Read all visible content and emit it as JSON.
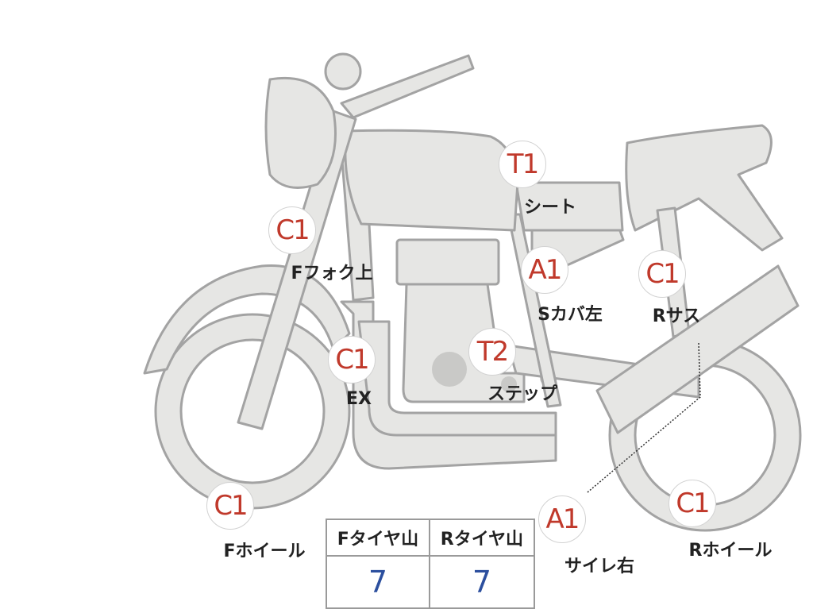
{
  "markers": [
    {
      "code": "T1",
      "label": "シート"
    },
    {
      "code": "C1",
      "label": "Fフォク上"
    },
    {
      "code": "A1",
      "label": "Sカバ左"
    },
    {
      "code": "C1",
      "label": "Rサス"
    },
    {
      "code": "C1",
      "label": "EX"
    },
    {
      "code": "T2",
      "label": "ステップ"
    },
    {
      "code": "C1",
      "label": "Fホイール"
    },
    {
      "code": "A1",
      "label": "サイレ右"
    },
    {
      "code": "C1",
      "label": "Rホイール"
    }
  ],
  "tread_table": {
    "front_header": "Fタイヤ山",
    "rear_header": "Rタイヤ山",
    "front_value": "7",
    "rear_value": "7"
  }
}
